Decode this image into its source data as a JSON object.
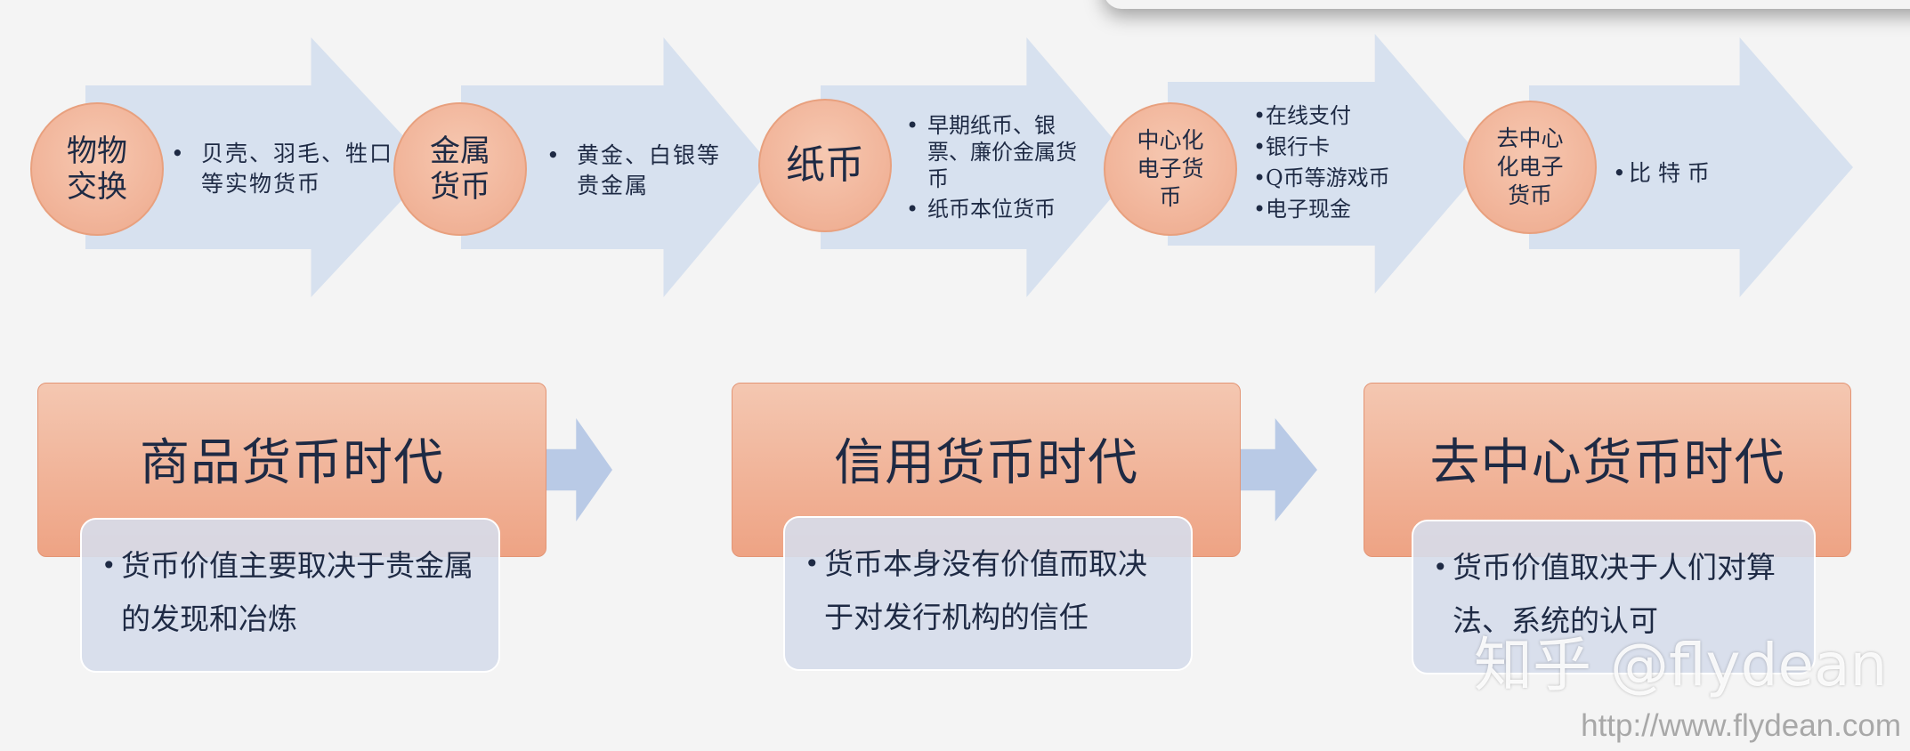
{
  "stages": [
    {
      "name": "物物\n交换",
      "items": [
        "贝壳、羽毛、牲口等实物货币"
      ]
    },
    {
      "name": "金属\n货币",
      "items": [
        "黄金、白银等贵金属"
      ]
    },
    {
      "name": "纸币",
      "items": [
        "早期纸币、银票、廉价金属货币",
        "纸币本位货币"
      ]
    },
    {
      "name": "中心化\n电子货\n币",
      "items": [
        "在线支付",
        "银行卡",
        "Q币等游戏币",
        "电子现金"
      ]
    },
    {
      "name": "去中心\n化电子\n货币",
      "items": [
        "比 特 币"
      ]
    }
  ],
  "eras": [
    {
      "title": "商品货币时代",
      "desc": "货币价值主要取决于贵金属的发现和冶炼"
    },
    {
      "title": "信用货币时代",
      "desc": "货币本身没有价值而取决于对发行机构的信任"
    },
    {
      "title": "去中心货币时代",
      "desc": "货币价值取决于人们对算法、系统的认可"
    }
  ],
  "watermark": "知乎 @flydean",
  "url": "http://www.flydean.com",
  "colors": {
    "arrow": "#d7e1ef",
    "circle": "#f2b79d",
    "era_box": "#eea384",
    "era_arrow": "#b9cae6",
    "text": "#1e2a44"
  }
}
